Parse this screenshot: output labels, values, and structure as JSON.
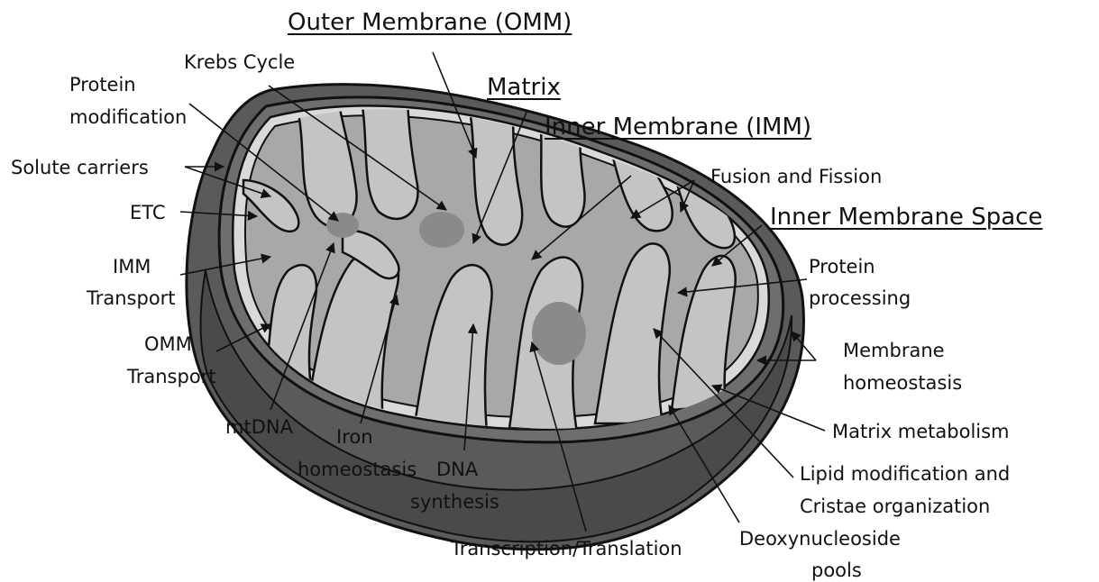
{
  "title": "Outer Membrane (OMM)",
  "regions": {
    "matrix": "Matrix",
    "inner_membrane": "Inner Membrane (IMM)",
    "inner_membrane_space": "Inner Membrane Space"
  },
  "labels": {
    "krebs_cycle": "Krebs Cycle",
    "protein_modification_1": "Protein",
    "protein_modification_2": "modification",
    "solute_carriers": "Solute carriers",
    "etc": "ETC",
    "imm_transport_1": "IMM",
    "imm_transport_2": "Transport",
    "omm_transport_1": "OMM",
    "omm_transport_2": "Transport",
    "mtdna": "mtDNA",
    "iron_homeostasis_1": "Iron",
    "iron_homeostasis_2": "homeostasis",
    "dna_synthesis_1": "DNA",
    "dna_synthesis_2": "synthesis",
    "transcription_translation": "Transcription/Translation",
    "deoxynucleoside_pools_1": "Deoxynucleoside",
    "deoxynucleoside_pools_2": "pools",
    "lipid_modification_1": "Lipid modification and",
    "lipid_modification_2": "Cristae organization",
    "matrix_metabolism": "Matrix metabolism",
    "membrane_homeostasis_1": "Membrane",
    "membrane_homeostasis_2": "homeostasis",
    "protein_processing_1": "Protein",
    "protein_processing_2": "processing",
    "fusion_fission": "Fusion and Fission"
  },
  "colors": {
    "outer_shell": "#5a5a5a",
    "outer_shell_light": "#7a7a7a",
    "intermembrane_space": "#6e6e6e",
    "matrix": "#a8a8a8",
    "cristae_fill": "#c4c4c4",
    "outline": "#111111",
    "text": "#111111"
  }
}
